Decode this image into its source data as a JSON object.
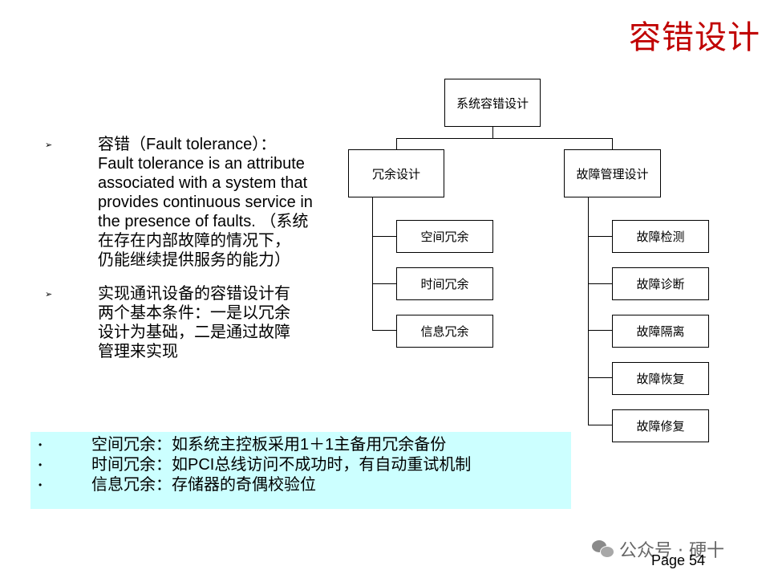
{
  "slide": {
    "title": "容错设计",
    "page_number": "Page 54"
  },
  "text_bullets": [
    {
      "marker": "➢",
      "lines": [
        "容错（Fault tolerance）：",
        "Fault tolerance is an attribute",
        "associated with a system that",
        "provides continuous service in",
        "the presence of faults. （系统",
        "在存在内部故障的情况下，",
        "仍能继续提供服务的能力）"
      ]
    },
    {
      "marker": "➢",
      "lines": [
        "实现通讯设备的容错设计有",
        "两个基本条件：一是以冗余",
        "设计为基础，二是通过故障",
        "管理来实现"
      ]
    }
  ],
  "tree": {
    "root": "系统容错设计",
    "left": {
      "label": "冗余设计",
      "children": [
        "空间冗余",
        "时间冗余",
        "信息冗余"
      ]
    },
    "right": {
      "label": "故障管理设计",
      "children": [
        "故障检测",
        "故障诊断",
        "故障隔离",
        "故障恢复",
        "故障修复"
      ]
    }
  },
  "examples": [
    {
      "marker": "•",
      "text": "空间冗余：如系统主控板采用1＋1主备用冗余备份"
    },
    {
      "marker": "•",
      "text": "时间冗余：如PCI总线访问不成功时，有自动重试机制"
    },
    {
      "marker": "•",
      "text": "信息冗余：存储器的奇偶校验位"
    }
  ],
  "watermark": {
    "icon": "wechat-icon",
    "text": "公众号 · 硬十"
  },
  "colors": {
    "title": "#c00000",
    "panel_background": "#ccffff"
  }
}
